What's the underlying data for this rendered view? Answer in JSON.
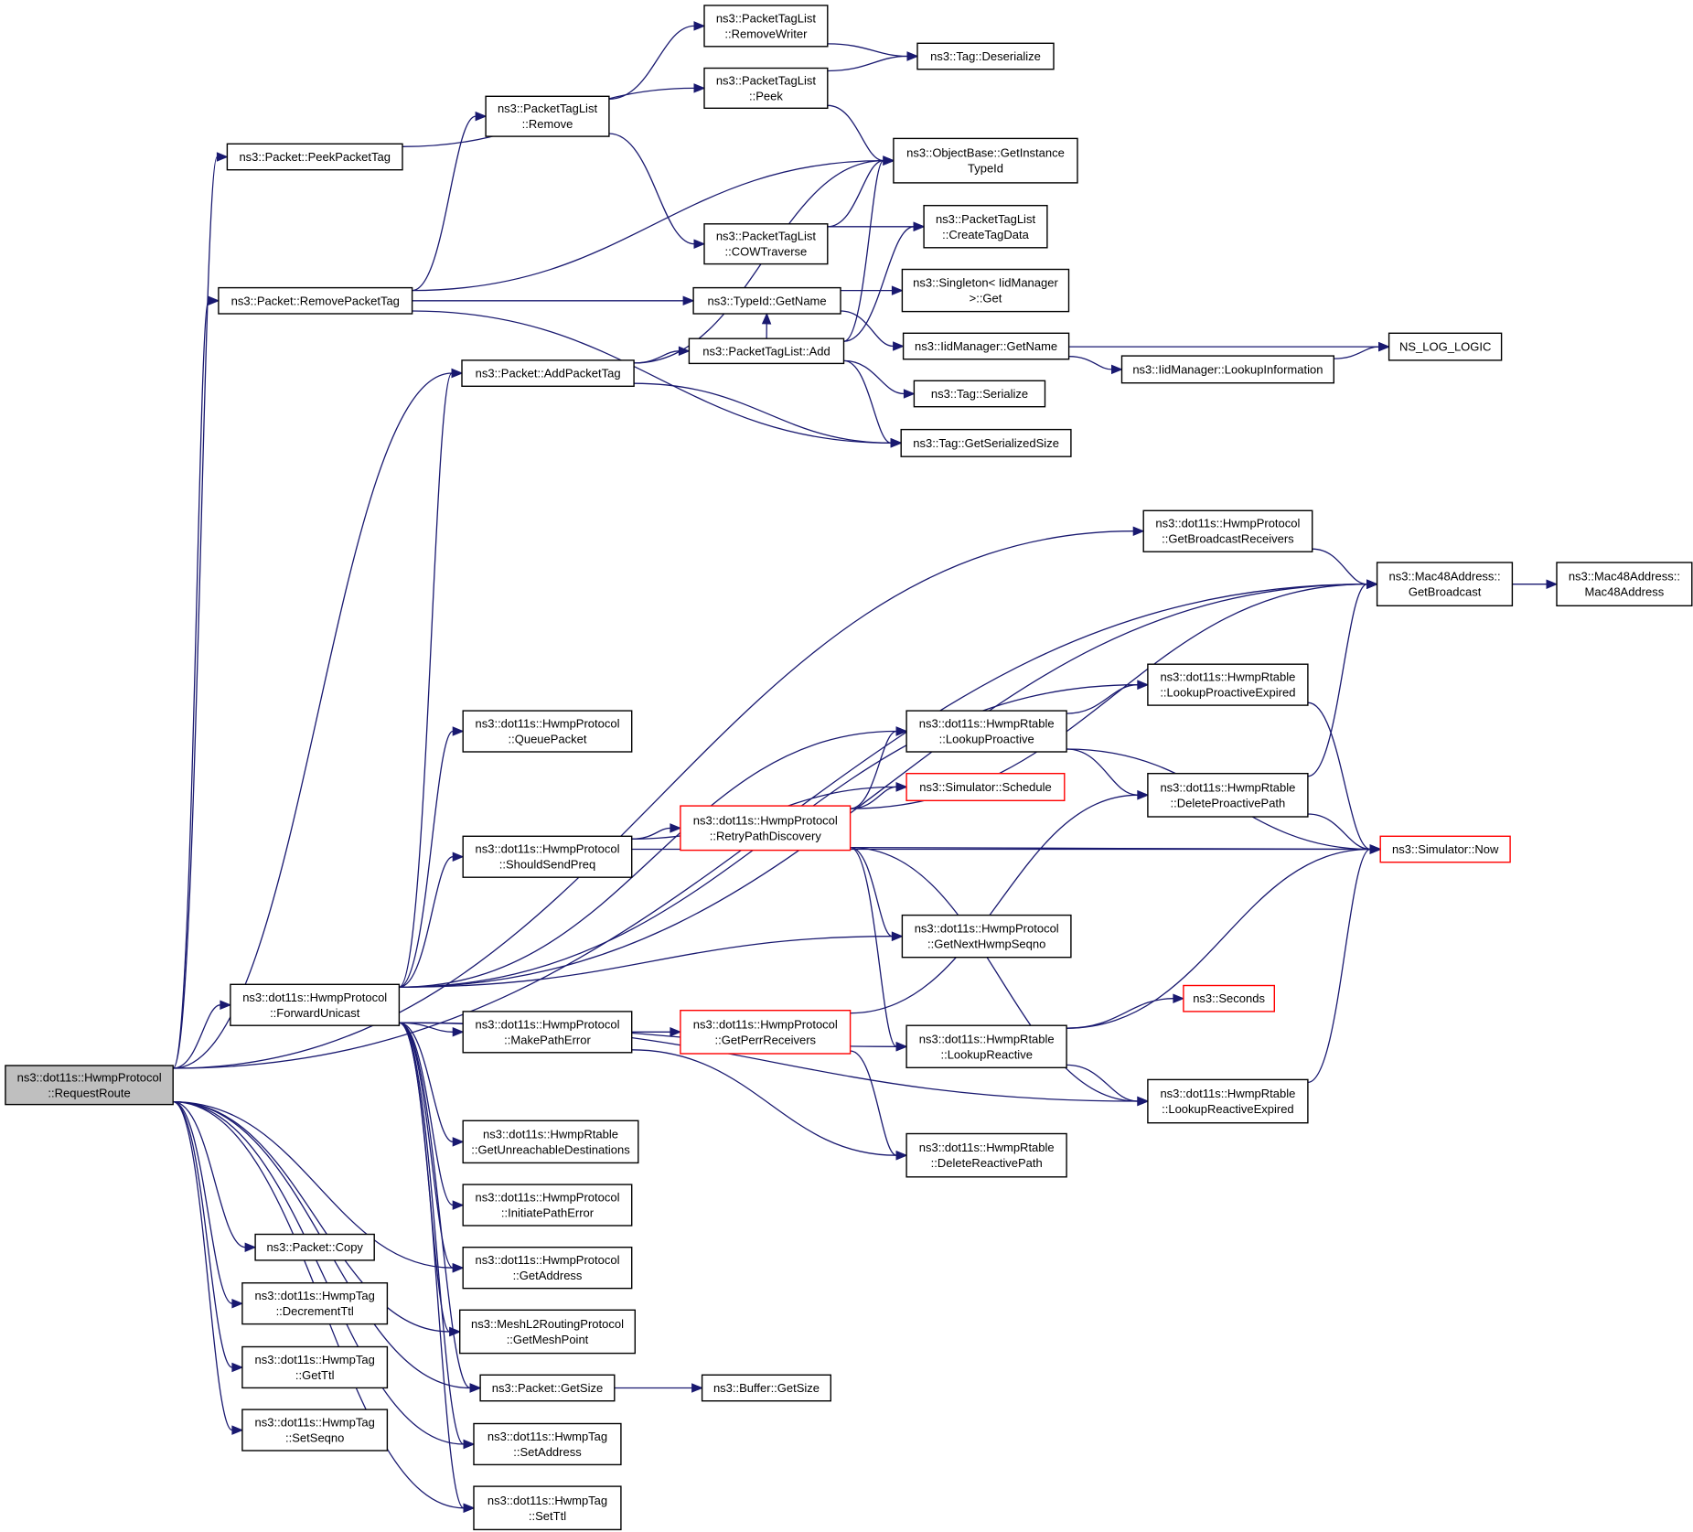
{
  "colors": {
    "edge": "#191970",
    "node_border": "#000000",
    "node_fill": "#ffffff",
    "node_fill_root": "#bfbfbf",
    "node_border_truncated": "#ff0000"
  },
  "nodes": [
    {
      "id": "request_route",
      "lines": [
        "ns3::dot11s::HwmpProtocol",
        "::RequestRoute"
      ],
      "root": true
    },
    {
      "id": "peek_packet_tag",
      "lines": [
        "ns3::Packet::PeekPacketTag"
      ]
    },
    {
      "id": "remove_packet_tag",
      "lines": [
        "ns3::Packet::RemovePacketTag"
      ]
    },
    {
      "id": "add_packet_tag",
      "lines": [
        "ns3::Packet::AddPacketTag"
      ]
    },
    {
      "id": "forward_unicast",
      "lines": [
        "ns3::dot11s::HwmpProtocol",
        "::ForwardUnicast"
      ]
    },
    {
      "id": "packet_copy",
      "lines": [
        "ns3::Packet::Copy"
      ]
    },
    {
      "id": "decrement_ttl",
      "lines": [
        "ns3::dot11s::HwmpTag",
        "::DecrementTtl"
      ]
    },
    {
      "id": "get_ttl",
      "lines": [
        "ns3::dot11s::HwmpTag",
        "::GetTtl"
      ]
    },
    {
      "id": "set_seqno",
      "lines": [
        "ns3::dot11s::HwmpTag",
        "::SetSeqno"
      ]
    },
    {
      "id": "ptl_remove",
      "lines": [
        "ns3::PacketTagList",
        "::Remove"
      ]
    },
    {
      "id": "queue_packet",
      "lines": [
        "ns3::dot11s::HwmpProtocol",
        "::QueuePacket"
      ]
    },
    {
      "id": "should_send_preq",
      "lines": [
        "ns3::dot11s::HwmpProtocol",
        "::ShouldSendPreq"
      ]
    },
    {
      "id": "make_path_error",
      "lines": [
        "ns3::dot11s::HwmpProtocol",
        "::MakePathError"
      ]
    },
    {
      "id": "get_unreachable",
      "lines": [
        "ns3::dot11s::HwmpRtable",
        "::GetUnreachableDestinations"
      ]
    },
    {
      "id": "initiate_path_error",
      "lines": [
        "ns3::dot11s::HwmpProtocol",
        "::InitiatePathError"
      ]
    },
    {
      "id": "get_address",
      "lines": [
        "ns3::dot11s::HwmpProtocol",
        "::GetAddress"
      ]
    },
    {
      "id": "get_mesh_point",
      "lines": [
        "ns3::MeshL2RoutingProtocol",
        "::GetMeshPoint"
      ]
    },
    {
      "id": "packet_get_size",
      "lines": [
        "ns3::Packet::GetSize"
      ]
    },
    {
      "id": "set_address",
      "lines": [
        "ns3::dot11s::HwmpTag",
        "::SetAddress"
      ]
    },
    {
      "id": "set_ttl",
      "lines": [
        "ns3::dot11s::HwmpTag",
        "::SetTtl"
      ]
    },
    {
      "id": "ptl_remove_writer",
      "lines": [
        "ns3::PacketTagList",
        "::RemoveWriter"
      ]
    },
    {
      "id": "ptl_peek",
      "lines": [
        "ns3::PacketTagList",
        "::Peek"
      ]
    },
    {
      "id": "ptl_cow_traverse",
      "lines": [
        "ns3::PacketTagList",
        "::COWTraverse"
      ]
    },
    {
      "id": "typeid_get_name",
      "lines": [
        "ns3::TypeId::GetName"
      ]
    },
    {
      "id": "ptl_add",
      "lines": [
        "ns3::PacketTagList::Add"
      ]
    },
    {
      "id": "retry_path_discovery",
      "lines": [
        "ns3::dot11s::HwmpProtocol",
        "::RetryPathDiscovery"
      ],
      "truncated": true
    },
    {
      "id": "get_perr_receivers",
      "lines": [
        "ns3::dot11s::HwmpProtocol",
        "::GetPerrReceivers"
      ],
      "truncated": true
    },
    {
      "id": "buffer_get_size",
      "lines": [
        "ns3::Buffer::GetSize"
      ]
    },
    {
      "id": "tag_deserialize",
      "lines": [
        "ns3::Tag::Deserialize"
      ]
    },
    {
      "id": "get_instance_typeid",
      "lines": [
        "ns3::ObjectBase::GetInstance",
        "TypeId"
      ]
    },
    {
      "id": "ptl_create_tag_data",
      "lines": [
        "ns3::PacketTagList",
        "::CreateTagData"
      ]
    },
    {
      "id": "singleton_get",
      "lines": [
        "ns3::Singleton< IidManager",
        " >::Get"
      ]
    },
    {
      "id": "iid_get_name",
      "lines": [
        "ns3::IidManager::GetName"
      ]
    },
    {
      "id": "tag_serialize",
      "lines": [
        "ns3::Tag::Serialize"
      ]
    },
    {
      "id": "tag_get_serialized_size",
      "lines": [
        "ns3::Tag::GetSerializedSize"
      ]
    },
    {
      "id": "lookup_proactive",
      "lines": [
        "ns3::dot11s::HwmpRtable",
        "::LookupProactive"
      ]
    },
    {
      "id": "simulator_schedule",
      "lines": [
        "ns3::Simulator::Schedule"
      ],
      "truncated": true
    },
    {
      "id": "get_next_hwmp_seqno",
      "lines": [
        "ns3::dot11s::HwmpProtocol",
        "::GetNextHwmpSeqno"
      ]
    },
    {
      "id": "lookup_reactive",
      "lines": [
        "ns3::dot11s::HwmpRtable",
        "::LookupReactive"
      ]
    },
    {
      "id": "delete_reactive_path",
      "lines": [
        "ns3::dot11s::HwmpRtable",
        "::DeleteReactivePath"
      ]
    },
    {
      "id": "iid_lookup_information",
      "lines": [
        "ns3::IidManager::LookupInformation"
      ]
    },
    {
      "id": "get_broadcast_receivers",
      "lines": [
        "ns3::dot11s::HwmpProtocol",
        "::GetBroadcastReceivers"
      ]
    },
    {
      "id": "lookup_proactive_expired",
      "lines": [
        "ns3::dot11s::HwmpRtable",
        "::LookupProactiveExpired"
      ]
    },
    {
      "id": "delete_proactive_path",
      "lines": [
        "ns3::dot11s::HwmpRtable",
        "::DeleteProactivePath"
      ]
    },
    {
      "id": "seconds",
      "lines": [
        "ns3::Seconds"
      ],
      "truncated": true
    },
    {
      "id": "lookup_reactive_expired",
      "lines": [
        "ns3::dot11s::HwmpRtable",
        "::LookupReactiveExpired"
      ]
    },
    {
      "id": "ns_log_logic",
      "lines": [
        "NS_LOG_LOGIC"
      ]
    },
    {
      "id": "mac48_get_broadcast",
      "lines": [
        "ns3::Mac48Address::",
        "GetBroadcast"
      ]
    },
    {
      "id": "simulator_now",
      "lines": [
        "ns3::Simulator::Now"
      ],
      "truncated": true
    },
    {
      "id": "mac48_ctor",
      "lines": [
        "ns3::Mac48Address::",
        "Mac48Address"
      ]
    }
  ],
  "edges": [
    [
      "request_route",
      "peek_packet_tag"
    ],
    [
      "request_route",
      "remove_packet_tag"
    ],
    [
      "request_route",
      "add_packet_tag"
    ],
    [
      "request_route",
      "forward_unicast"
    ],
    [
      "request_route",
      "packet_copy"
    ],
    [
      "request_route",
      "decrement_ttl"
    ],
    [
      "request_route",
      "get_ttl"
    ],
    [
      "request_route",
      "set_seqno"
    ],
    [
      "request_route",
      "get_broadcast_receivers"
    ],
    [
      "request_route",
      "mac48_get_broadcast"
    ],
    [
      "request_route",
      "get_address"
    ],
    [
      "request_route",
      "get_mesh_point"
    ],
    [
      "request_route",
      "packet_get_size"
    ],
    [
      "request_route",
      "set_address"
    ],
    [
      "request_route",
      "set_ttl"
    ],
    [
      "peek_packet_tag",
      "ptl_peek"
    ],
    [
      "remove_packet_tag",
      "ptl_remove"
    ],
    [
      "remove_packet_tag",
      "get_instance_typeid"
    ],
    [
      "remove_packet_tag",
      "typeid_get_name"
    ],
    [
      "remove_packet_tag",
      "tag_get_serialized_size"
    ],
    [
      "add_packet_tag",
      "get_instance_typeid"
    ],
    [
      "add_packet_tag",
      "ptl_add"
    ],
    [
      "add_packet_tag",
      "tag_get_serialized_size"
    ],
    [
      "ptl_remove",
      "ptl_remove_writer"
    ],
    [
      "ptl_remove",
      "ptl_cow_traverse"
    ],
    [
      "ptl_remove_writer",
      "tag_deserialize"
    ],
    [
      "ptl_peek",
      "tag_deserialize"
    ],
    [
      "ptl_peek",
      "get_instance_typeid"
    ],
    [
      "ptl_cow_traverse",
      "get_instance_typeid"
    ],
    [
      "ptl_cow_traverse",
      "ptl_create_tag_data"
    ],
    [
      "ptl_add",
      "typeid_get_name"
    ],
    [
      "ptl_add",
      "get_instance_typeid"
    ],
    [
      "ptl_add",
      "ptl_create_tag_data"
    ],
    [
      "ptl_add",
      "tag_serialize"
    ],
    [
      "ptl_add",
      "tag_get_serialized_size"
    ],
    [
      "typeid_get_name",
      "singleton_get"
    ],
    [
      "typeid_get_name",
      "iid_get_name"
    ],
    [
      "iid_get_name",
      "ns_log_logic"
    ],
    [
      "iid_get_name",
      "iid_lookup_information"
    ],
    [
      "iid_lookup_information",
      "ns_log_logic"
    ],
    [
      "forward_unicast",
      "add_packet_tag"
    ],
    [
      "forward_unicast",
      "mac48_get_broadcast"
    ],
    [
      "forward_unicast",
      "lookup_proactive_expired"
    ],
    [
      "forward_unicast",
      "queue_packet"
    ],
    [
      "forward_unicast",
      "lookup_proactive"
    ],
    [
      "forward_unicast",
      "should_send_preq"
    ],
    [
      "forward_unicast",
      "get_next_hwmp_seqno"
    ],
    [
      "forward_unicast",
      "lookup_reactive"
    ],
    [
      "forward_unicast",
      "make_path_error"
    ],
    [
      "forward_unicast",
      "lookup_reactive_expired"
    ],
    [
      "forward_unicast",
      "get_unreachable"
    ],
    [
      "forward_unicast",
      "initiate_path_error"
    ],
    [
      "forward_unicast",
      "get_address"
    ],
    [
      "forward_unicast",
      "get_mesh_point"
    ],
    [
      "forward_unicast",
      "packet_get_size"
    ],
    [
      "forward_unicast",
      "set_address"
    ],
    [
      "forward_unicast",
      "set_ttl"
    ],
    [
      "should_send_preq",
      "simulator_schedule"
    ],
    [
      "should_send_preq",
      "retry_path_discovery"
    ],
    [
      "should_send_preq",
      "simulator_now"
    ],
    [
      "retry_path_discovery",
      "mac48_get_broadcast"
    ],
    [
      "retry_path_discovery",
      "lookup_proactive"
    ],
    [
      "retry_path_discovery",
      "simulator_schedule"
    ],
    [
      "retry_path_discovery",
      "simulator_now"
    ],
    [
      "retry_path_discovery",
      "get_next_hwmp_seqno"
    ],
    [
      "retry_path_discovery",
      "lookup_reactive"
    ],
    [
      "retry_path_discovery",
      "lookup_reactive_expired"
    ],
    [
      "make_path_error",
      "get_perr_receivers"
    ],
    [
      "make_path_error",
      "delete_reactive_path"
    ],
    [
      "get_perr_receivers",
      "delete_proactive_path"
    ],
    [
      "get_perr_receivers",
      "delete_reactive_path"
    ],
    [
      "packet_get_size",
      "buffer_get_size"
    ],
    [
      "get_broadcast_receivers",
      "mac48_get_broadcast"
    ],
    [
      "lookup_proactive",
      "lookup_proactive_expired"
    ],
    [
      "lookup_proactive",
      "delete_proactive_path"
    ],
    [
      "lookup_proactive",
      "simulator_now"
    ],
    [
      "lookup_proactive_expired",
      "simulator_now"
    ],
    [
      "delete_proactive_path",
      "mac48_get_broadcast"
    ],
    [
      "delete_proactive_path",
      "simulator_now"
    ],
    [
      "lookup_reactive",
      "seconds"
    ],
    [
      "lookup_reactive",
      "simulator_now"
    ],
    [
      "lookup_reactive",
      "lookup_reactive_expired"
    ],
    [
      "lookup_reactive_expired",
      "simulator_now"
    ],
    [
      "mac48_get_broadcast",
      "mac48_ctor"
    ]
  ]
}
